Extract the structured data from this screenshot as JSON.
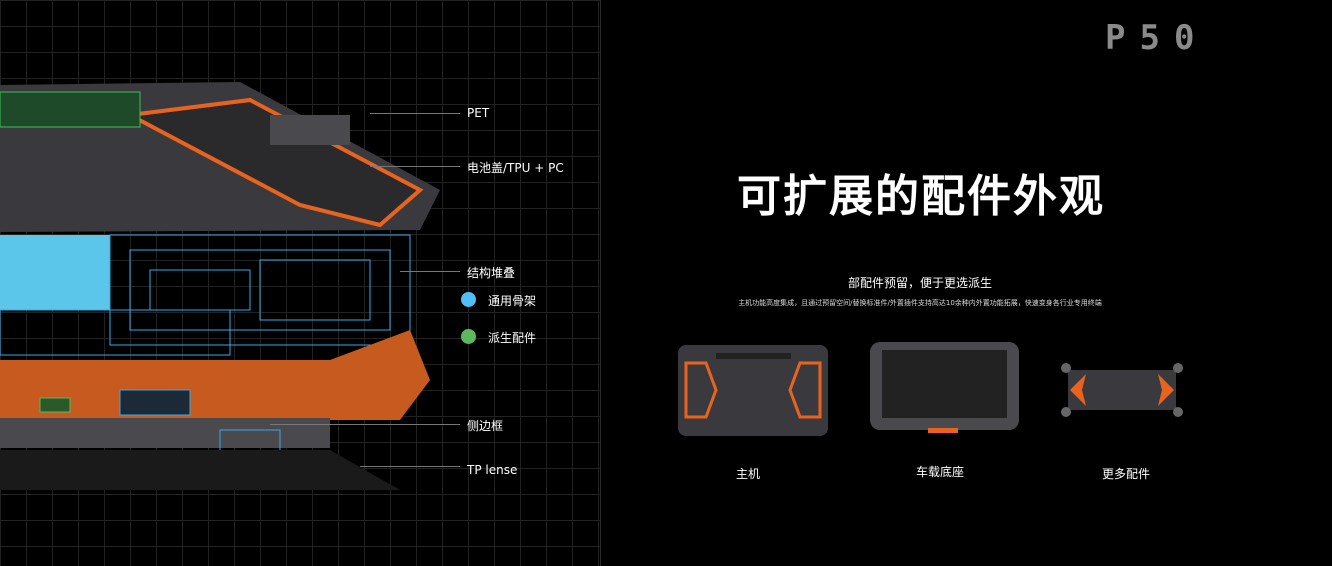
{
  "logo": "P50",
  "callouts": {
    "pet": "PET",
    "battery_cover": "电池盖/TPU + PC",
    "structure": "结构堆叠",
    "side_frame": "侧边框",
    "tp_lens": "TP lense"
  },
  "legend": [
    {
      "label": "通用骨架",
      "color": "#4fc0f5"
    },
    {
      "label": "派生配件",
      "color": "#5cb85c"
    }
  ],
  "title": "可扩展的配件外观",
  "subtitle": "部配件预留，便于更选派生",
  "description": "主机功能高度集成，且通过预留空间/替换标准件/外置插件支持高达10余种内外置功能拓展，快速变身各行业专用终端",
  "products": [
    {
      "label": "主机"
    },
    {
      "label": "车载底座"
    },
    {
      "label": "更多配件"
    }
  ],
  "colors": {
    "accent": "#e8641e",
    "blueprint": "#3aa8e8"
  }
}
